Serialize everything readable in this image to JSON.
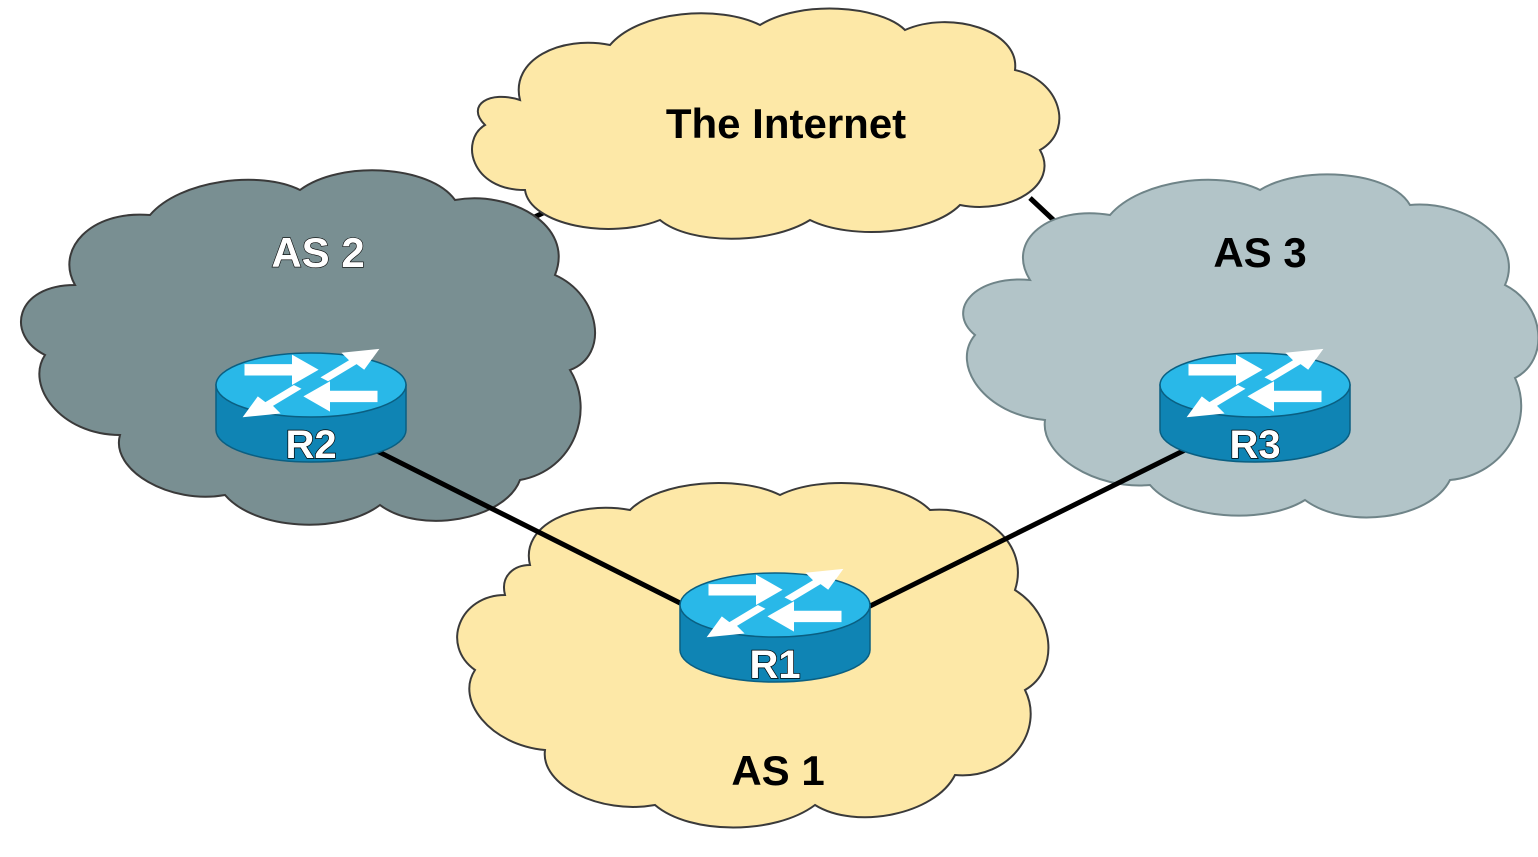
{
  "diagram": {
    "clouds": {
      "internet": {
        "label": "The Internet",
        "color": "#fde8a7"
      },
      "as1": {
        "label": "AS 1",
        "color": "#fde8a7"
      },
      "as2": {
        "label": "AS 2",
        "color": "#798f92"
      },
      "as3": {
        "label": "AS 3",
        "color": "#b2c4c8"
      }
    },
    "routers": {
      "r1": {
        "label": "R1"
      },
      "r2": {
        "label": "R2"
      },
      "r3": {
        "label": "R3"
      }
    },
    "colors": {
      "router_top": "#29b8e8",
      "router_side": "#0f84b4",
      "link": "#000000",
      "cloud_outline": "#3a3a3a"
    }
  }
}
